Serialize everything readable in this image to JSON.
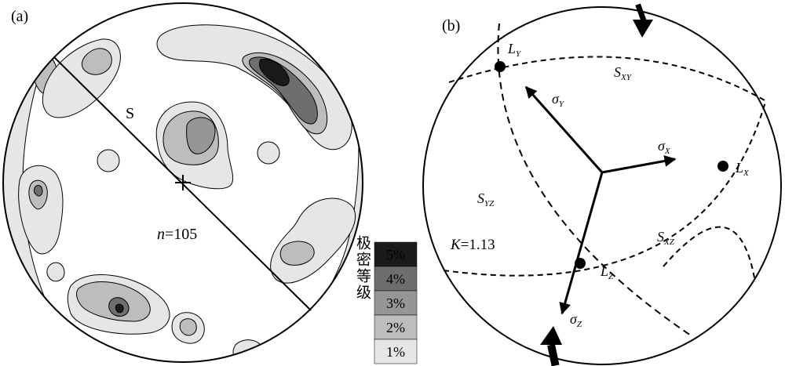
{
  "panel_a": {
    "label": "(a)",
    "plane_label": "S",
    "count_label": "n",
    "count_value": "=105",
    "legend_title": "极密等级",
    "legend": [
      {
        "text": "5%",
        "color": "#1a1a1a",
        "text_color": "#ffffff"
      },
      {
        "text": "4%",
        "color": "#6e6e6e",
        "text_color": "#ffffff"
      },
      {
        "text": "3%",
        "color": "#969696",
        "text_color": "#ffffff"
      },
      {
        "text": "2%",
        "color": "#bdbdbd",
        "text_color": "#ffffff"
      },
      {
        "text": "1%",
        "color": "#e6e6e6",
        "text_color": "#ffffff"
      }
    ]
  },
  "panel_b": {
    "label": "(b)",
    "k_label": "K",
    "k_value": "=1.13",
    "planes": {
      "sxy": {
        "main": "S",
        "sub": "XY"
      },
      "syz": {
        "main": "S",
        "sub": "YZ"
      },
      "sxz": {
        "main": "S",
        "sub": "XZ"
      }
    },
    "axes": {
      "ly": {
        "main": "L",
        "sub": "Y"
      },
      "lx": {
        "main": "L",
        "sub": "X"
      },
      "lz": {
        "main": "L",
        "sub": "Z"
      }
    },
    "stresses": {
      "sy": {
        "main": "σ",
        "sub": "Y"
      },
      "sx": {
        "main": "σ",
        "sub": "X"
      },
      "sz": {
        "main": "σ",
        "sub": "Z"
      }
    }
  }
}
